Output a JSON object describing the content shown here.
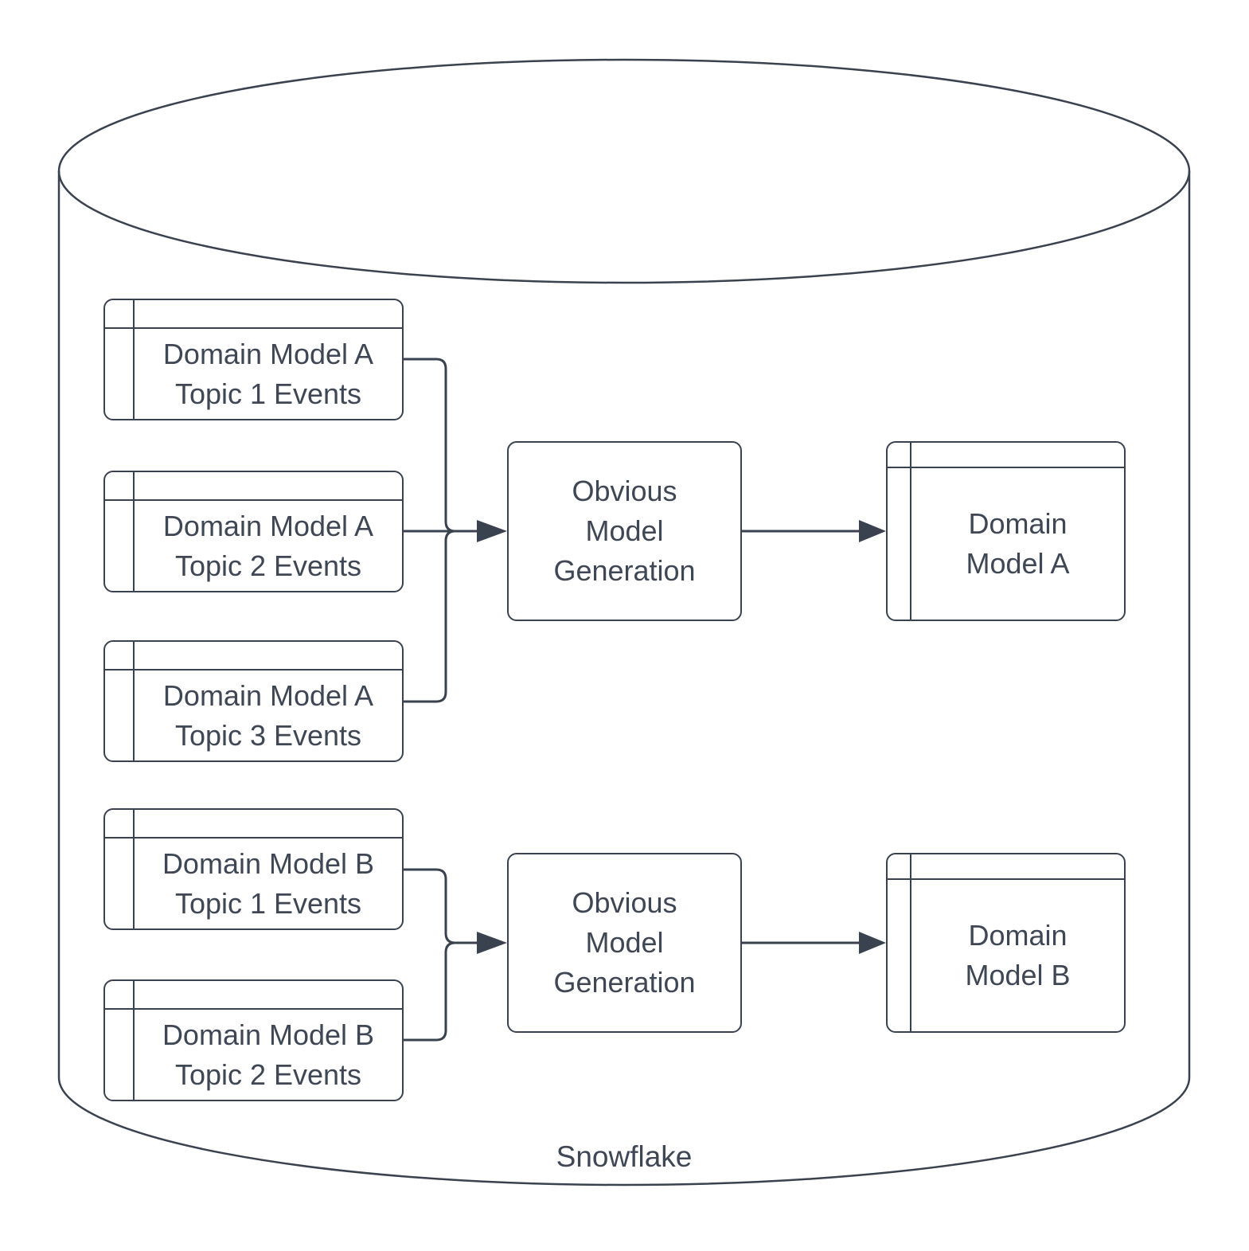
{
  "theme": {
    "bg": "#ffffff",
    "stroke": "#3a4250",
    "text": "#3f4755"
  },
  "cylinder": {
    "label": "Snowflake"
  },
  "group_a": {
    "sources": [
      {
        "label": "Domain Model A Topic 1 Events"
      },
      {
        "label": "Domain Model A Topic 2 Events"
      },
      {
        "label": "Domain Model A Topic 3 Events"
      }
    ],
    "process": {
      "label": "Obvious Model Generation"
    },
    "output": {
      "label": "Domain Model A"
    }
  },
  "group_b": {
    "sources": [
      {
        "label": "Domain Model B Topic 1 Events"
      },
      {
        "label": "Domain Model B Topic 2 Events"
      }
    ],
    "process": {
      "label": "Obvious Model Generation"
    },
    "output": {
      "label": "Domain Model B"
    }
  }
}
